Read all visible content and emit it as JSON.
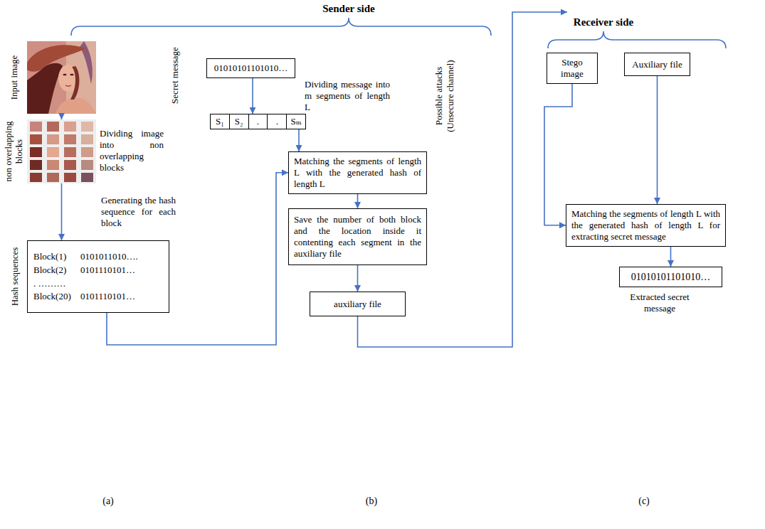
{
  "diagram": {
    "nodes": [
      {
        "text": [
          "Input image"
        ]
      },
      {
        "text": [
          "non overlapping blocks"
        ]
      },
      {
        "text": [
          "Hash sequences",
          "Block(1)",
          "0101011010….",
          "Block(2)",
          "0101110101…",
          ". ………",
          "Block(20)",
          "0101110101…"
        ]
      },
      {
        "text": [
          "Secret message",
          "01010101101010…"
        ]
      },
      {
        "text": [
          "S₁",
          "S₂",
          ".",
          ".",
          "Sₘ"
        ]
      },
      {
        "text": [
          "Matching the segments of length L with the generated hash of length L"
        ]
      },
      {
        "text": [
          "Save the number of both block and the location inside it contenting each segment in the auxiliary file"
        ]
      },
      {
        "text": [
          "auxiliary file"
        ]
      },
      {
        "text": [
          "Stego image"
        ]
      },
      {
        "text": [
          "Auxiliary file"
        ]
      },
      {
        "text": [
          "Matching the segments of length L with the generated hash of length L for extracting secret message"
        ]
      },
      {
        "text": [
          "01010101101010…",
          "Extracted secret message"
        ]
      }
    ],
    "edges": [
      {
        "from": 0,
        "to": 1,
        "arrow": "to",
        "label": "Dividing image into non overlapping blocks"
      },
      {
        "from": 1,
        "to": 2,
        "arrow": "to",
        "label": "Generating the hash sequence for each block"
      },
      {
        "from": 2,
        "to": 5,
        "arrow": "to"
      },
      {
        "from": 3,
        "to": 4,
        "arrow": "to",
        "label": "Dividing message into m segments of length L"
      },
      {
        "from": 4,
        "to": 5,
        "arrow": "to"
      },
      {
        "from": 5,
        "to": 6,
        "arrow": "to"
      },
      {
        "from": 6,
        "to": 7,
        "arrow": "to"
      },
      {
        "from": 8,
        "to": 10,
        "arrow": "to"
      },
      {
        "from": 9,
        "to": 10,
        "arrow": "to"
      },
      {
        "from": 10,
        "to": 11,
        "arrow": "to"
      }
    ],
    "labels": [
      "Sender side",
      "Receiver side",
      "Possible attacks (Unsecure channel)",
      "(a)",
      "(b)",
      "(c)"
    ]
  }
}
